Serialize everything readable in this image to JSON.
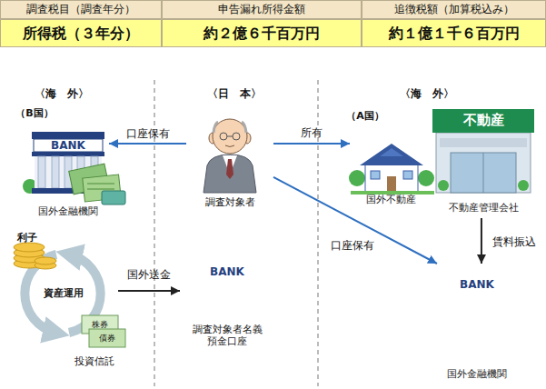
{
  "diagram": {
    "nodes": [
      {
        "text": [
          "BANK",
          "国外金融機関"
        ]
      },
      {
        "text": [
          "調査対象者"
        ]
      },
      {
        "text": [
          "国外不動産"
        ]
      },
      {
        "text": [
          "不動産",
          "不動産管理会社"
        ]
      },
      {
        "text": [
          "資産運用"
        ]
      },
      {
        "text": [
          "BANK",
          "調査対象者名義 預金口座"
        ]
      },
      {
        "text": [
          "BANK",
          "国外金融機関"
        ]
      }
    ],
    "edges": [
      {
        "from": 1,
        "to": 0,
        "label": "口座保有",
        "arrow": "to"
      },
      {
        "from": 1,
        "to": 2,
        "label": "所有",
        "arrow": "to"
      },
      {
        "from": 1,
        "to": 6,
        "label": "口座保有",
        "arrow": "to"
      },
      {
        "from": 3,
        "to": 6,
        "label": "賃料振込",
        "arrow": "to"
      },
      {
        "from": 4,
        "to": 5,
        "label": "国外送金",
        "arrow": "to"
      }
    ],
    "labels": [
      "調査税目（調査年分）",
      "申告漏れ所得金額",
      "追徴税額（加算税込み）",
      "所得税（３年分）",
      "約２億６千百万円",
      "約１億１千６百万円",
      "〈海　外〉",
      "〈日　本〉",
      "〈海　外〉",
      "（B国）",
      "（A国）",
      "利子",
      "株券",
      "債券",
      "投資信託"
    ]
  }
}
